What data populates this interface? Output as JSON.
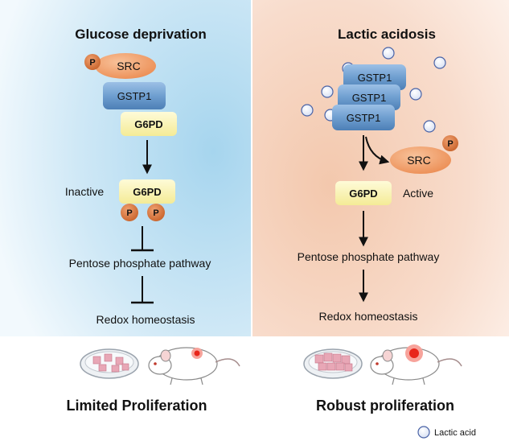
{
  "left_panel": {
    "title": "Glucose deprivation",
    "src_label": "SRC",
    "phospho_label": "P",
    "gstp1_label": "GSTP1",
    "g6pd_label": "G6PD",
    "inactive_label": "Inactive",
    "g6pd_inactive_label": "G6PD",
    "ppp_label": "Pentose phosphate pathway",
    "redox_label": "Redox homeostasis",
    "outcome_label": "Limited Proliferation"
  },
  "right_panel": {
    "title": "Lactic acidosis",
    "gstp1_labels": [
      "GSTP1",
      "GSTP1",
      "GSTP1"
    ],
    "src_label": "SRC",
    "phospho_label": "P",
    "g6pd_label": "G6PD",
    "active_label": "Active",
    "ppp_label": "Pentose phosphate pathway",
    "redox_label": "Redox homeostasis",
    "outcome_label": "Robust proliferation"
  },
  "legend": {
    "lactic_acid_label": "Lactic acid"
  },
  "colors": {
    "left_background": "#a9d8ef",
    "right_background": "#f6d7c5",
    "src_fill": "#f0a36d",
    "phospho_fill": "#d9793f",
    "gstp1_fill": "#6f9fd0",
    "g6pd_fill": "#fbf4b2",
    "lactic_acid_outline": "#4a63a6",
    "tumor_red": "#e8261b"
  }
}
